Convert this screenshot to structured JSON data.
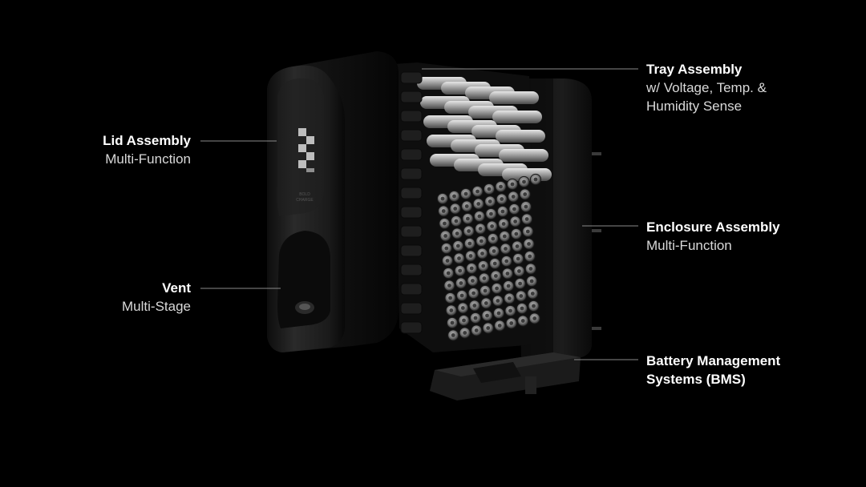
{
  "callouts": {
    "lid": {
      "title": "Lid Assembly",
      "sub": [
        "Multi-Function"
      ]
    },
    "vent": {
      "title": "Vent",
      "sub": [
        "Multi-Stage"
      ]
    },
    "tray": {
      "title": "Tray Assembly",
      "sub": [
        "w/ Voltage, Temp. &",
        "Humidity Sense"
      ]
    },
    "enclosure": {
      "title": "Enclosure Assembly",
      "sub": [
        "Multi-Function"
      ]
    },
    "bms": {
      "title": "Battery Management",
      "sub": [
        "Systems (BMS)"
      ]
    }
  },
  "lid_brand": [
    "BOLD",
    "CHARGE"
  ],
  "colors": {
    "background": "#000000",
    "housing": "#151515",
    "cell_cap": "#8e8e8e",
    "label": "#ffffff",
    "leader": "#8a8a8a"
  },
  "icons": [
    "brand-logo-icon"
  ]
}
